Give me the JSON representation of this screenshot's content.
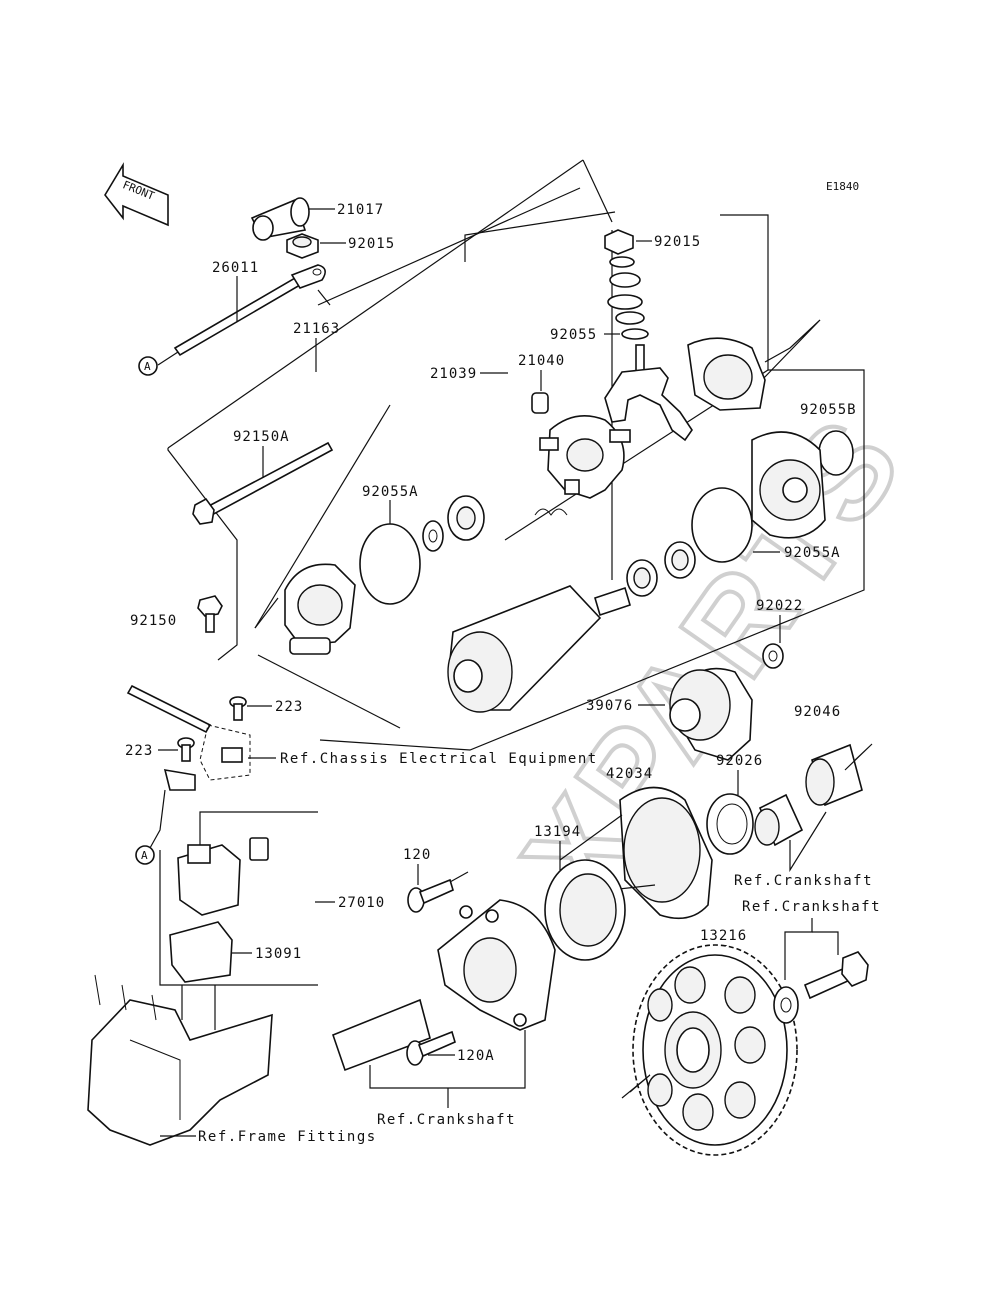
{
  "diagram_code": "E1840",
  "front_label": "FRONT",
  "callout_a": "A",
  "watermark": "XPARTS",
  "parts": {
    "p21017": "21017",
    "p92015_left": "92015",
    "p26011": "26011",
    "p21163": "21163",
    "p92015_right": "92015",
    "p92055": "92055",
    "p21040": "21040",
    "p21039": "21039",
    "p92055B": "92055B",
    "p92150A": "92150A",
    "p92055A_left": "92055A",
    "p92055A_right": "92055A",
    "p92150": "92150",
    "p92022": "92022",
    "p39076": "39076",
    "p92046": "92046",
    "p223_top": "223",
    "p223_left": "223",
    "p42034": "42034",
    "p92026": "92026",
    "p13194": "13194",
    "p120": "120",
    "p27010": "27010",
    "p13091": "13091",
    "p13216": "13216",
    "p120A": "120A"
  },
  "references": {
    "chassis": "Ref.Chassis Electrical Equipment",
    "crankshaft_1": "Ref.Crankshaft",
    "crankshaft_2": "Ref.Crankshaft",
    "crankshaft_3": "Ref.Crankshaft",
    "frame": "Ref.Frame Fittings"
  }
}
